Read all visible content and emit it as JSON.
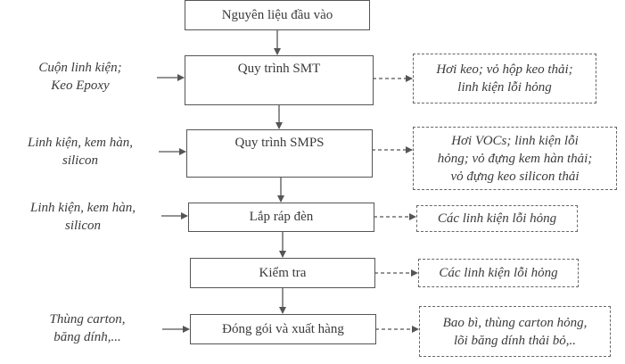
{
  "diagram": {
    "type": "flowchart",
    "steps": [
      {
        "label": "Nguyên liệu đầu vào"
      },
      {
        "label": "Quy trình SMT"
      },
      {
        "label": "Quy trình SMPS"
      },
      {
        "label": "Lắp ráp đèn"
      },
      {
        "label": "Kiểm tra"
      },
      {
        "label": "Đóng gói và xuất hàng"
      }
    ],
    "inputs": [
      {
        "step": "Quy trình SMT",
        "lines": [
          "Cuộn linh kiện;",
          "Keo Epoxy"
        ]
      },
      {
        "step": "Quy trình SMPS",
        "lines": [
          "Linh kiện, kem hàn,",
          "silicon"
        ]
      },
      {
        "step": "Lắp ráp đèn",
        "lines": [
          "Linh kiện, kem hàn,",
          "silicon"
        ]
      },
      {
        "step": "Đóng gói và xuất hàng",
        "lines": [
          "Thùng carton,",
          "băng dính,..."
        ]
      }
    ],
    "outputs": [
      {
        "step": "Quy trình SMT",
        "lines": [
          "Hơi keo; vỏ hộp keo thải;",
          "linh kiện lỗi hỏng"
        ]
      },
      {
        "step": "Quy trình SMPS",
        "lines": [
          "Hơi VOCs; linh kiện lỗi",
          "hỏng; vỏ đựng kem hàn thải;",
          "vỏ đựng keo silicon thải"
        ]
      },
      {
        "step": "Lắp ráp đèn",
        "lines": [
          "Các linh kiện lỗi hỏng"
        ]
      },
      {
        "step": "Kiểm tra",
        "lines": [
          "Các linh kiện lỗi hỏng"
        ]
      },
      {
        "step": "Đóng gói và xuất hàng",
        "lines": [
          "Bao bì, thùng carton hỏng,",
          "lõi băng dính thải bỏ,.."
        ]
      }
    ],
    "colors": {
      "line": "#555555",
      "text": "#3a3a3a"
    }
  }
}
